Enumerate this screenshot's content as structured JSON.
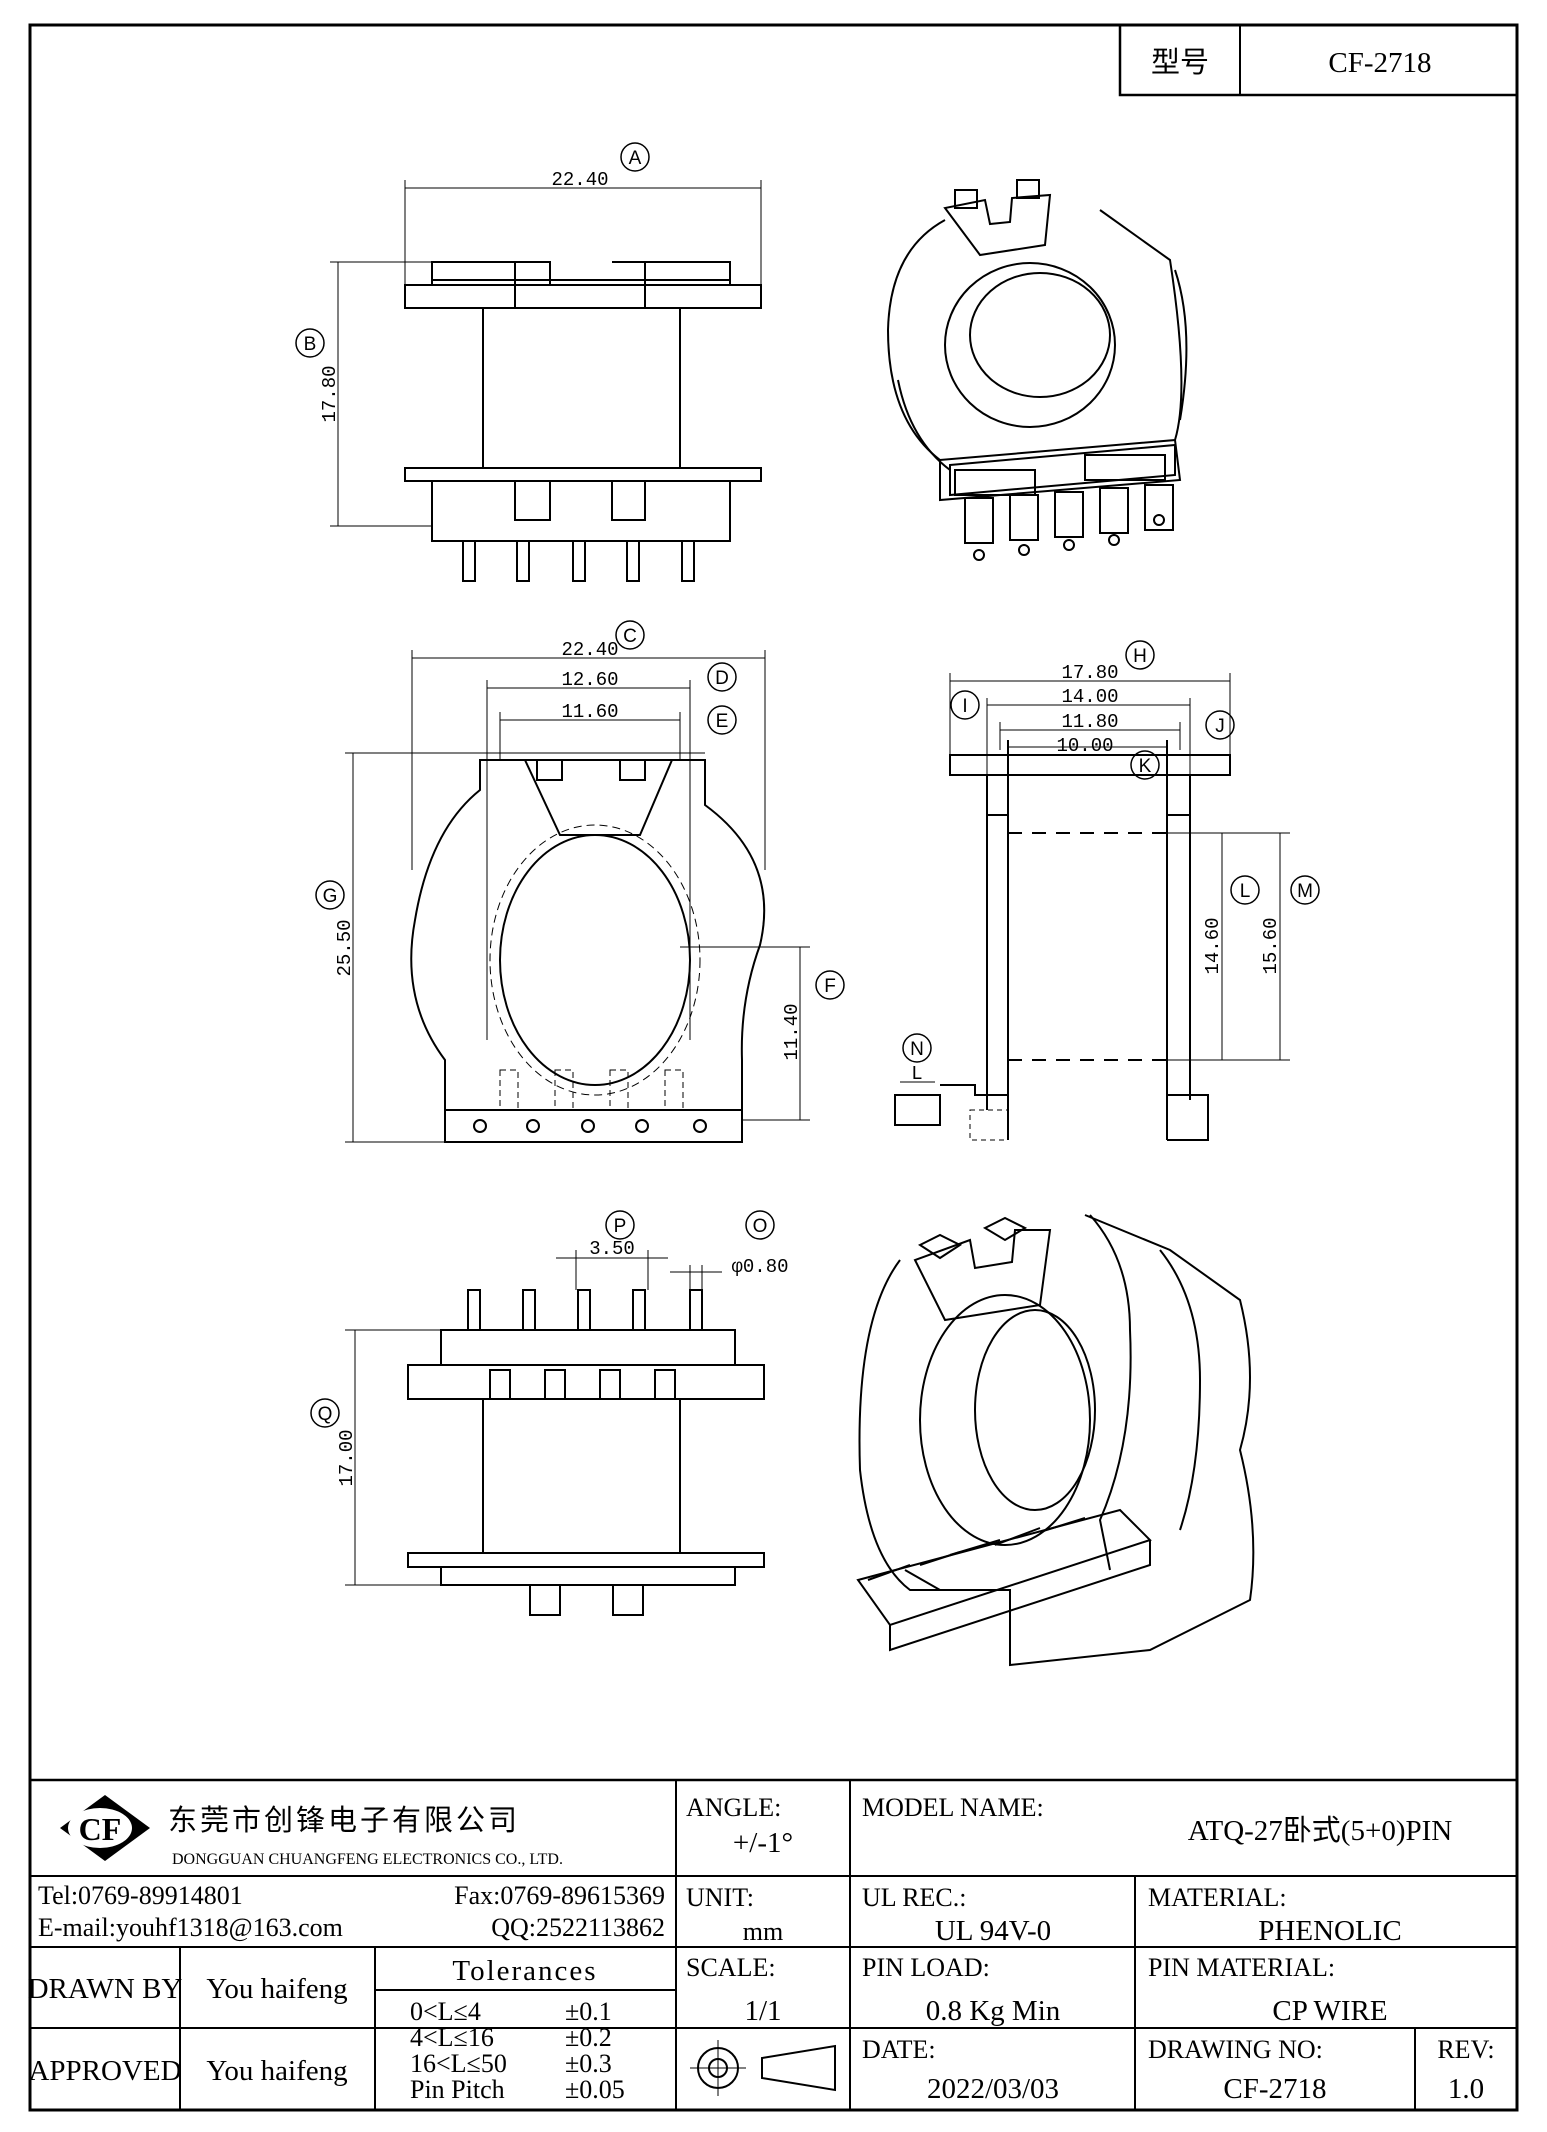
{
  "header": {
    "model_label": "型号",
    "model_value": "CF-2718"
  },
  "company": {
    "logo_text": "CF",
    "name_cn": "东莞市创锋电子有限公司",
    "name_en": "DONGGUAN CHUANGFENG ELECTRONICS CO., LTD.",
    "tel": "Tel:0769-89914801",
    "fax": "Fax:0769-89615369",
    "email": "E-mail:youhf1318@163.com",
    "qq": "QQ:2522113862"
  },
  "titleblock": {
    "angle_label": "ANGLE:",
    "angle_value": "+/-1°",
    "model_name_label": "MODEL NAME:",
    "model_name_value": "ATQ-27卧式(5+0)PIN",
    "unit_label": "UNIT:",
    "unit_value": "mm",
    "ul_label": "UL REC.:",
    "ul_value": "UL 94V-0",
    "material_label": "MATERIAL:",
    "material_value": "PHENOLIC",
    "drawn_by_label": "DRAWN BY",
    "drawn_by_value": "You haifeng",
    "approved_label": "APPROVED",
    "approved_value": "You haifeng",
    "tolerances_title": "Tolerances",
    "tolerances": [
      {
        "range": "0<L≤4",
        "value": "±0.1"
      },
      {
        "range": "4<L≤16",
        "value": "±0.2"
      },
      {
        "range": "16<L≤50",
        "value": "±0.3"
      },
      {
        "range": "Pin Pitch",
        "value": "±0.05"
      }
    ],
    "scale_label": "SCALE:",
    "scale_value": "1/1",
    "pin_load_label": "PIN LOAD:",
    "pin_load_value": "0.8 Kg Min",
    "pin_material_label": "PIN MATERIAL:",
    "pin_material_value": "CP WIRE",
    "date_label": "DATE:",
    "date_value": "2022/03/03",
    "drawing_no_label": "DRAWING NO:",
    "drawing_no_value": "CF-2718",
    "rev_label": "REV:",
    "rev_value": "1.0"
  },
  "dimensions": {
    "A": "22.40",
    "B": "17.80",
    "C": "22.40",
    "D": "12.60",
    "E": "11.60",
    "F": "11.40",
    "G": "25.50",
    "H": "17.80",
    "I": "14.00",
    "J": "11.80",
    "K": "10.00",
    "L": "14.60",
    "M": "15.60",
    "N": "L",
    "O": "φ0.80",
    "P": "3.50",
    "Q": "17.00"
  },
  "bubbles": [
    "A",
    "B",
    "C",
    "D",
    "E",
    "F",
    "G",
    "H",
    "I",
    "J",
    "K",
    "L",
    "M",
    "N",
    "O",
    "P",
    "Q"
  ],
  "colors": {
    "line": "#000000",
    "background": "#ffffff"
  }
}
